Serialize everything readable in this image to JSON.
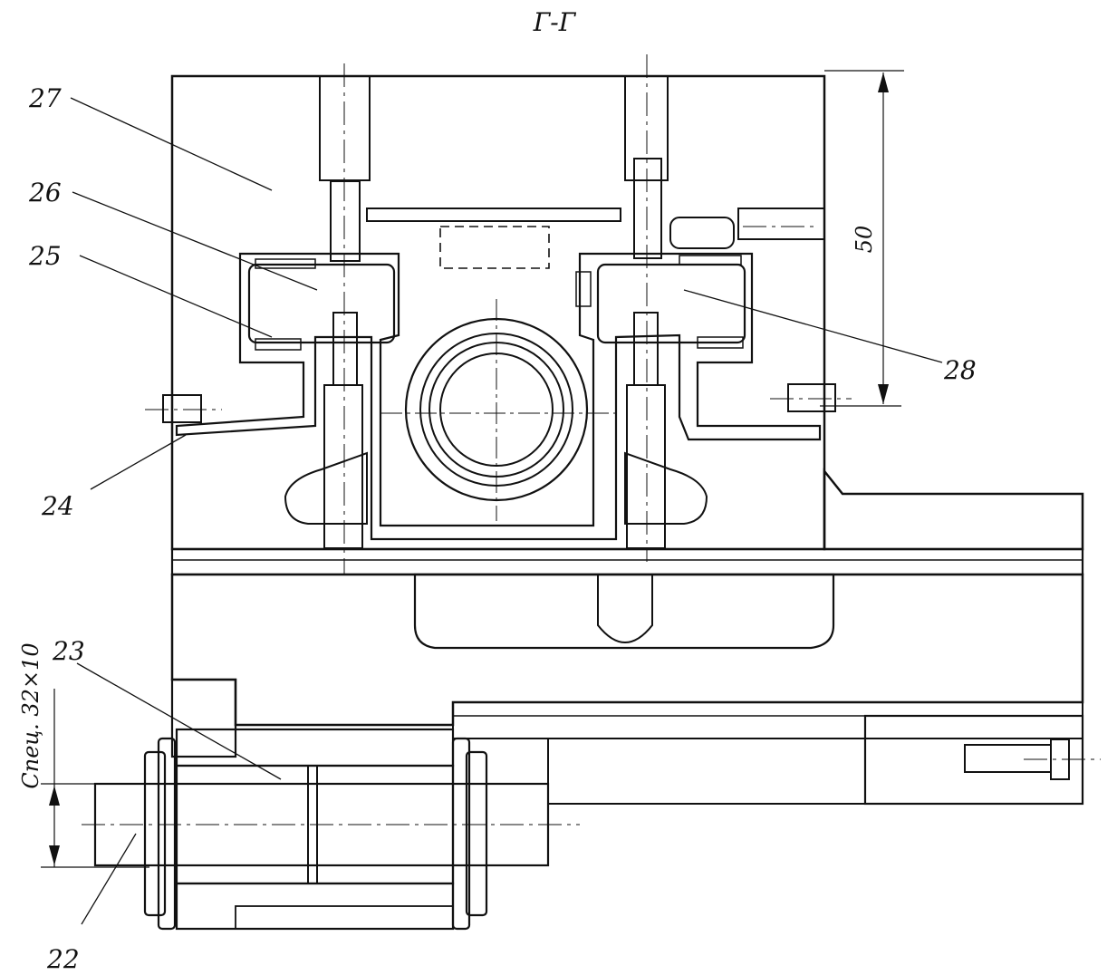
{
  "section_title": "Г-Г",
  "dimension": "50",
  "spec_note": "Спец. 32×10",
  "callouts": {
    "c22": "22",
    "c23": "23",
    "c24": "24",
    "c25": "25",
    "c26": "26",
    "c27": "27",
    "c28": "28"
  }
}
